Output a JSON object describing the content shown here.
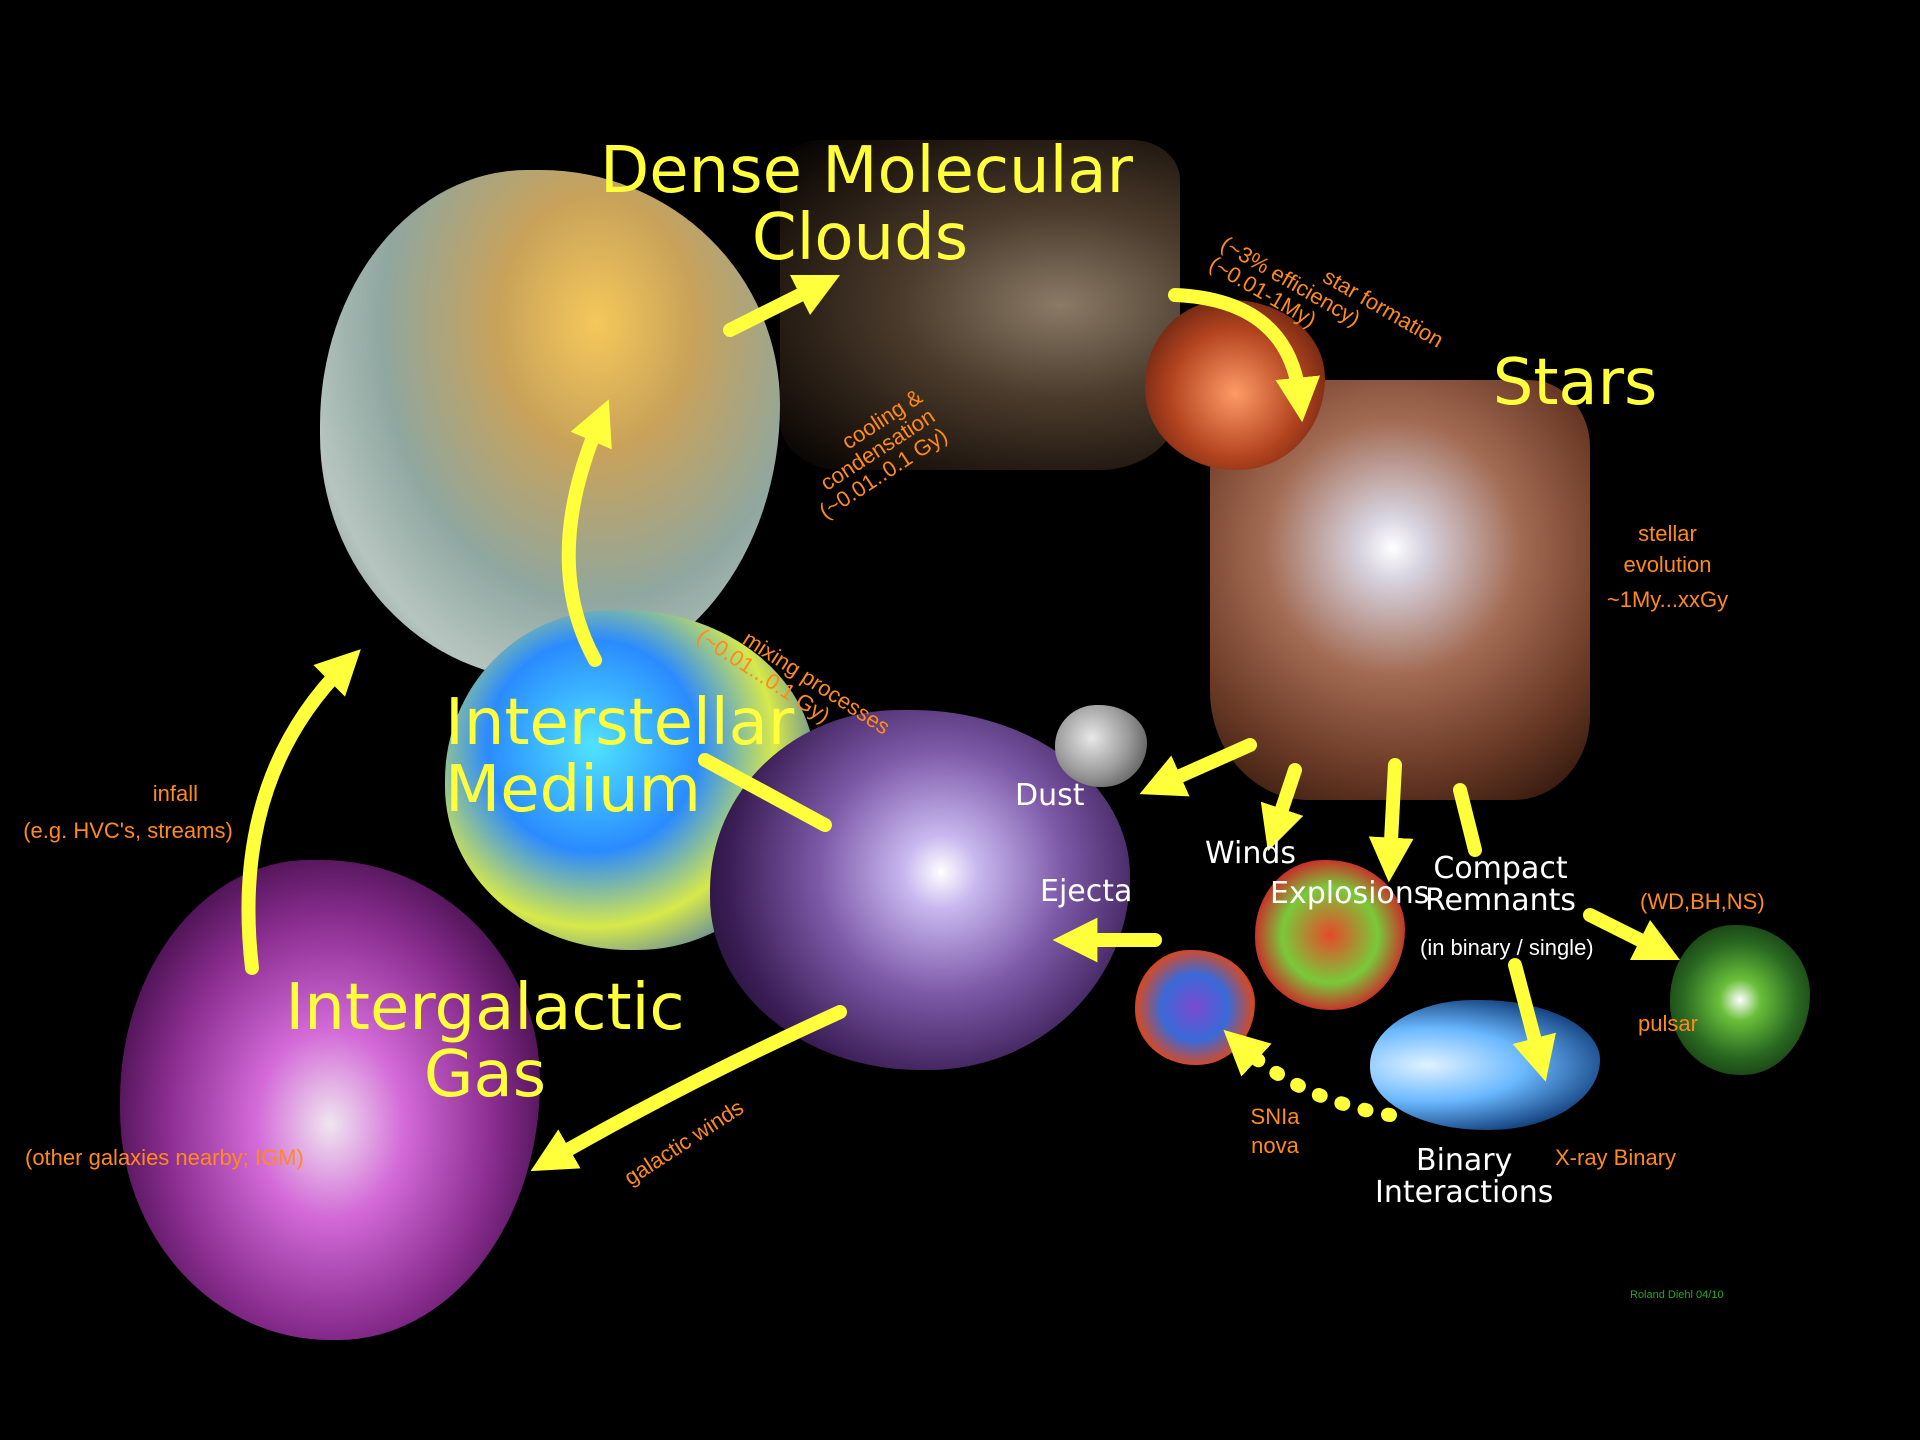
{
  "nodes": {
    "dense_clouds": "Dense Molecular Clouds",
    "dense_clouds_line1": "Dense Molecular",
    "dense_clouds_line2": "Clouds",
    "stars": "Stars",
    "ism_line1": "Interstellar",
    "ism_line2": "Medium",
    "igm_line1": "Intergalactic",
    "igm_line2": "Gas",
    "dust": "Dust",
    "winds": "Winds",
    "explosions": "Explosions",
    "compact_line1": "Compact",
    "compact_line2": "Remnants",
    "ejecta": "Ejecta",
    "binary_line1": "Binary",
    "binary_line2": "Interactions"
  },
  "annotations": {
    "cooling_line1": "cooling &",
    "cooling_line2": "condensation",
    "cooling_line3": "(~0.01..0.1 Gy)",
    "starform_line1": "star formation",
    "starform_line2": "(~3% efficiency)",
    "starform_line3": "(~0.01-1My)",
    "stellar_line1": "stellar",
    "stellar_line2": "evolution",
    "stellar_line3": "~1My...xxGy",
    "mixing_line1": "mixing processes",
    "mixing_line2": "(~0.01...0.1 Gy)",
    "infall_line1": "infall",
    "infall_line2": "(e.g. HVC's, streams)",
    "other_galaxies": "(other galaxies nearby; IGM)",
    "galactic_winds": "galactic winds",
    "wd_bh_ns": "(WD,BH,NS)",
    "in_binary": "(in binary / single)",
    "pulsar": "pulsar",
    "snia": "SNIa",
    "nova": "nova",
    "xray_binary": "X-ray Binary",
    "credit": "Roland Diehl 04/10"
  },
  "colors": {
    "arrow": "#ffff3c",
    "node_label": "#ffff3c",
    "sub_label": "#ffffff",
    "annotation": "#ff8a1c",
    "credit": "#22aa22",
    "background": "#000000"
  }
}
